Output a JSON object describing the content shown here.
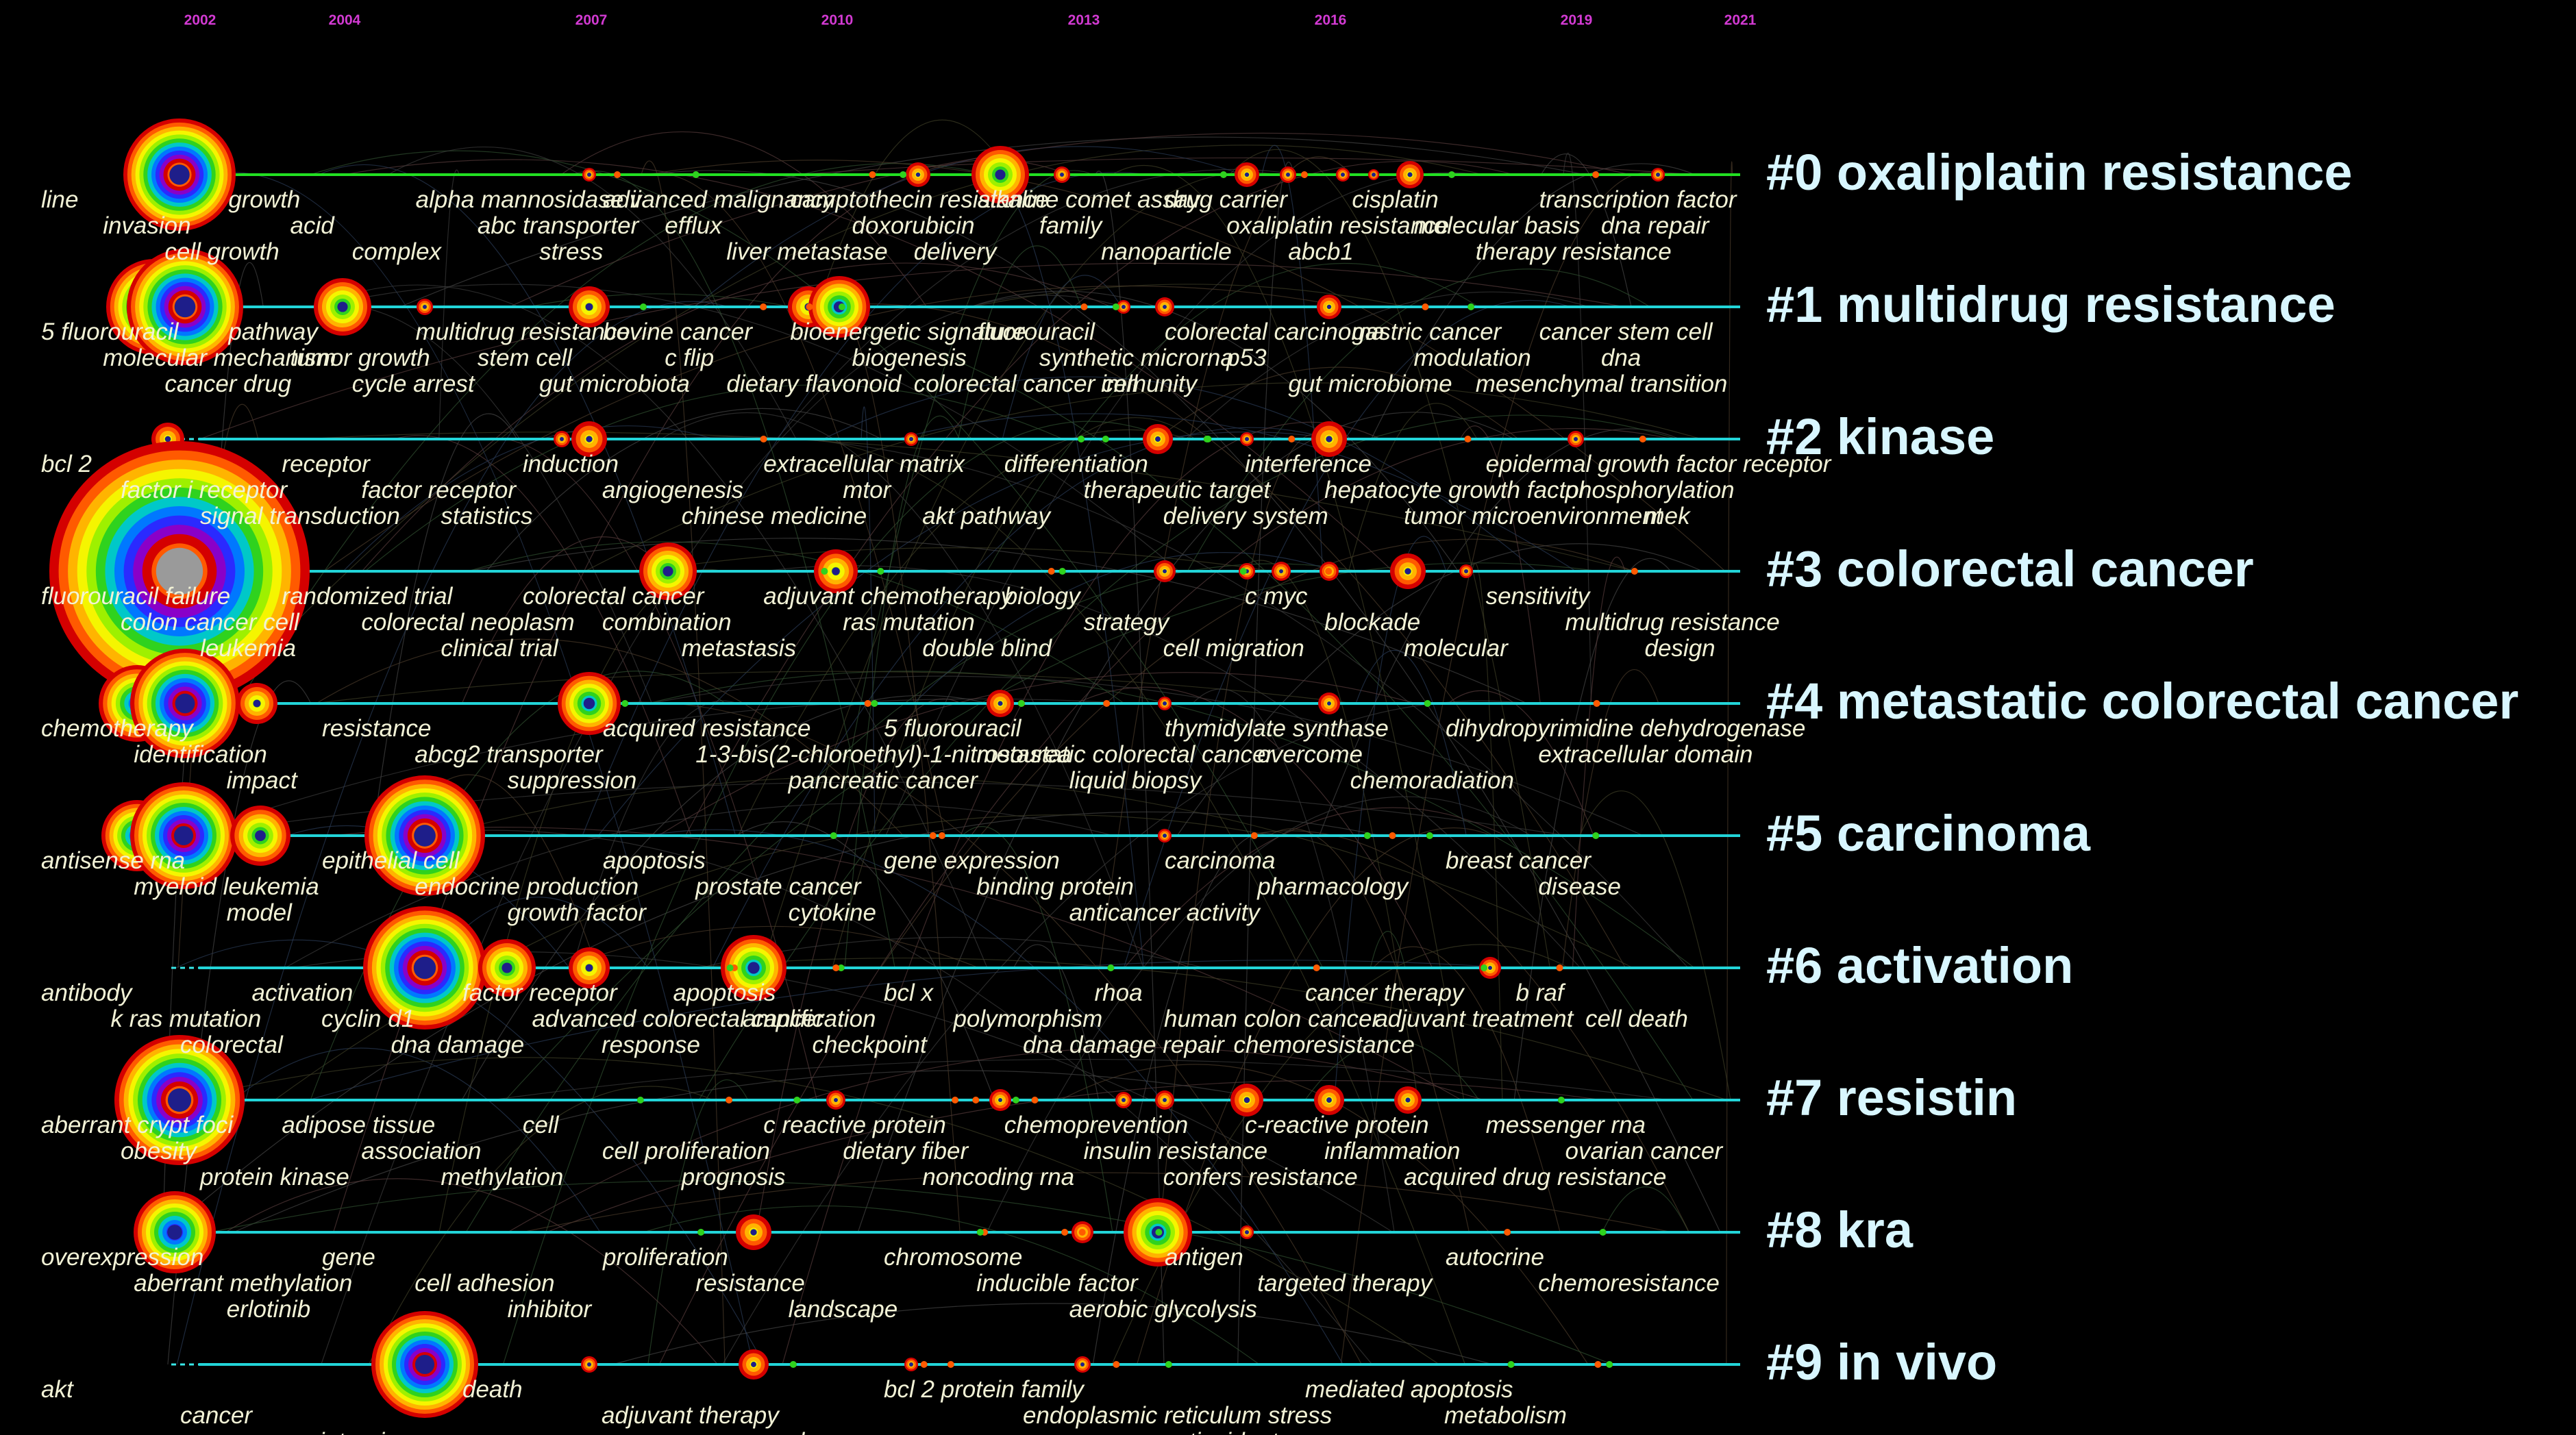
{
  "years": [
    "2002",
    "2004",
    "2007",
    "2010",
    "2013",
    "2016",
    "2019",
    "2021"
  ],
  "clusters": [
    {
      "label": "#0 oxaliplatin resistance",
      "keywords": [
        [
          "line",
          "growth",
          "alpha mannosidase ii",
          "advanced malignancy",
          "camptothecin resistance",
          "alkaline comet assay",
          "drug carrier",
          "cisplatin",
          "transcription factor",
          "invasion",
          "acid",
          "abc transporter",
          "efflux",
          "doxorubicin",
          "family",
          "oxaliplatin resistance",
          "molecular basis",
          "dna repair",
          "cell growth",
          "complex",
          "stress",
          "liver metastase",
          "delivery",
          "nanoparticle",
          "abcb1",
          "therapy resistance"
        ]
      ]
    },
    {
      "label": "#1 multidrug resistance",
      "keywords": [
        [
          "5 fluorouracil",
          "pathway",
          "multidrug resistance",
          "bovine cancer",
          "bioenergetic signature",
          "fluorouracil",
          "colorectal carcinoma",
          "gastric cancer",
          "cancer stem cell",
          "molecular mechanism",
          "tumor growth",
          "stem cell",
          "c flip",
          "biogenesis",
          "synthetic microrna",
          "p53",
          "modulation",
          "dna",
          "cancer drug",
          "cycle arrest",
          "gut microbiota",
          "dietary flavonoid",
          "colorectal cancer cell",
          "immunity",
          "gut microbiome",
          "mesenchymal transition"
        ]
      ]
    },
    {
      "label": "#2 kinase",
      "keywords": [
        [
          "bcl 2",
          "receptor",
          "induction",
          "extracellular matrix",
          "differentiation",
          "interference",
          "epidermal growth factor receptor",
          "factor i receptor",
          "factor receptor",
          "angiogenesis",
          "mtor",
          "therapeutic target",
          "hepatocyte growth factor",
          "phosphorylation",
          "signal transduction",
          "statistics",
          "chinese medicine",
          "akt pathway",
          "delivery system",
          "tumor microenvironment",
          "mek"
        ]
      ]
    },
    {
      "label": "#3 colorectal cancer",
      "keywords": [
        [
          "fluorouracil failure",
          "randomized trial",
          "colorectal cancer",
          "adjuvant chemotherapy",
          "biology",
          "c myc",
          "sensitivity",
          "colon cancer cell",
          "colorectal neoplasm",
          "combination",
          "ras mutation",
          "strategy",
          "blockade",
          "multidrug resistance",
          "leukemia",
          "clinical trial",
          "metastasis",
          "double blind",
          "cell migration",
          "molecular",
          "design"
        ]
      ]
    },
    {
      "label": "#4 metastatic colorectal cancer",
      "keywords": [
        [
          "chemotherapy",
          "resistance",
          "acquired resistance",
          "5 fluorouracil",
          "thymidylate synthase",
          "dihydropyrimidine dehydrogenase",
          "identification",
          "abcg2 transporter",
          "1-3-bis(2-chloroethyl)-1-nitrosourea",
          "metastatic colorectal cancer",
          "overcome",
          "extracellular domain",
          "impact",
          "suppression",
          "pancreatic cancer",
          "liquid biopsy",
          "chemoradiation"
        ]
      ]
    },
    {
      "label": "#5 carcinoma",
      "keywords": [
        [
          "antisense rna",
          "epithelial cell",
          "apoptosis",
          "gene expression",
          "carcinoma",
          "breast cancer",
          "myeloid leukemia",
          "endocrine production",
          "prostate cancer",
          "binding protein",
          "pharmacology",
          "disease",
          "model",
          "growth factor",
          "cytokine",
          "anticancer activity"
        ]
      ]
    },
    {
      "label": "#6 activation",
      "keywords": [
        [
          "antibody",
          "activation",
          "factor receptor",
          "apoptosis",
          "bcl x",
          "rhoa",
          "cancer therapy",
          "b raf",
          "k ras mutation",
          "cyclin d1",
          "advanced colorectal cancer",
          "amplification",
          "polymorphism",
          "human colon cancer",
          "adjuvant treatment",
          "cell death",
          "colorectal",
          "dna damage",
          "response",
          "checkpoint",
          "dna damage repair",
          "chemoresistance"
        ]
      ]
    },
    {
      "label": "#7 resistin",
      "keywords": [
        [
          "aberrant crypt foci",
          "adipose tissue",
          "cell",
          "c reactive protein",
          "chemoprevention",
          "c-reactive protein",
          "messenger rna",
          "obesity",
          "association",
          "cell proliferation",
          "dietary fiber",
          "insulin resistance",
          "inflammation",
          "ovarian cancer",
          "protein kinase",
          "methylation",
          "prognosis",
          "noncoding rna",
          "confers resistance",
          "acquired drug resistance"
        ]
      ]
    },
    {
      "label": "#8 kra",
      "keywords": [
        [
          "overexpression",
          "gene",
          "proliferation",
          "chromosome",
          "antigen",
          "autocrine",
          "aberrant methylation",
          "cell adhesion",
          "resistance",
          "inducible factor",
          "targeted therapy",
          "chemoresistance",
          "erlotinib",
          "inhibitor",
          "landscape",
          "aerobic glycolysis"
        ]
      ]
    },
    {
      "label": "#9 in vivo",
      "keywords": [
        [
          "akt",
          "death",
          "bcl 2 protein family",
          "mediated apoptosis",
          "cancer",
          "adjuvant therapy",
          "endoplasmic reticulum stress",
          "metabolism",
          "integrin",
          "complexe",
          "antioxidant"
        ]
      ]
    }
  ]
}
